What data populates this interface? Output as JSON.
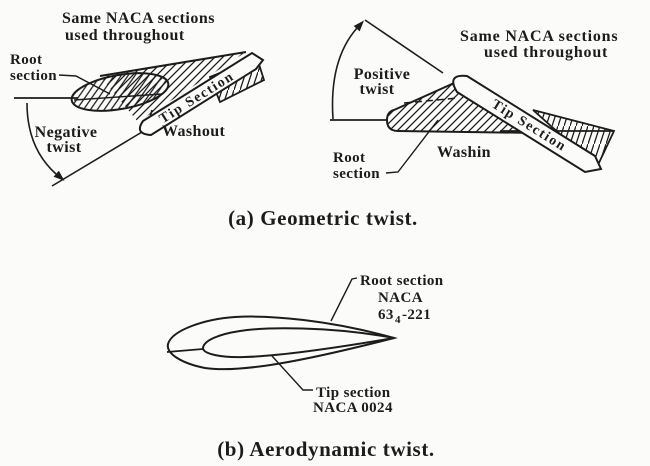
{
  "colors": {
    "ink": "#1c1c1c",
    "paper": "#fbfbfa"
  },
  "panel_a": {
    "caption": "(a) Geometric twist.",
    "washout": {
      "note1": "Same NACA sections",
      "note2": "used throughout",
      "root1": "Root",
      "root2": "section",
      "twist1": "Negative",
      "twist2": "twist",
      "tip_label": "Tip Section",
      "name": "Washout"
    },
    "washin": {
      "note1": "Same NACA sections",
      "note2": "used throughout",
      "twist1": "Positive",
      "twist2": "twist",
      "root1": "Root",
      "root2": "section",
      "tip_label": "Tip Section",
      "name": "Washin"
    }
  },
  "panel_b": {
    "caption": "(b) Aerodynamic twist.",
    "root_label": "Root section",
    "root_naca": "NACA",
    "root_code_main": "63",
    "root_code_sub": "4",
    "root_code_tail": "-221",
    "tip_label": "Tip section",
    "tip_naca": "NACA 0024"
  }
}
